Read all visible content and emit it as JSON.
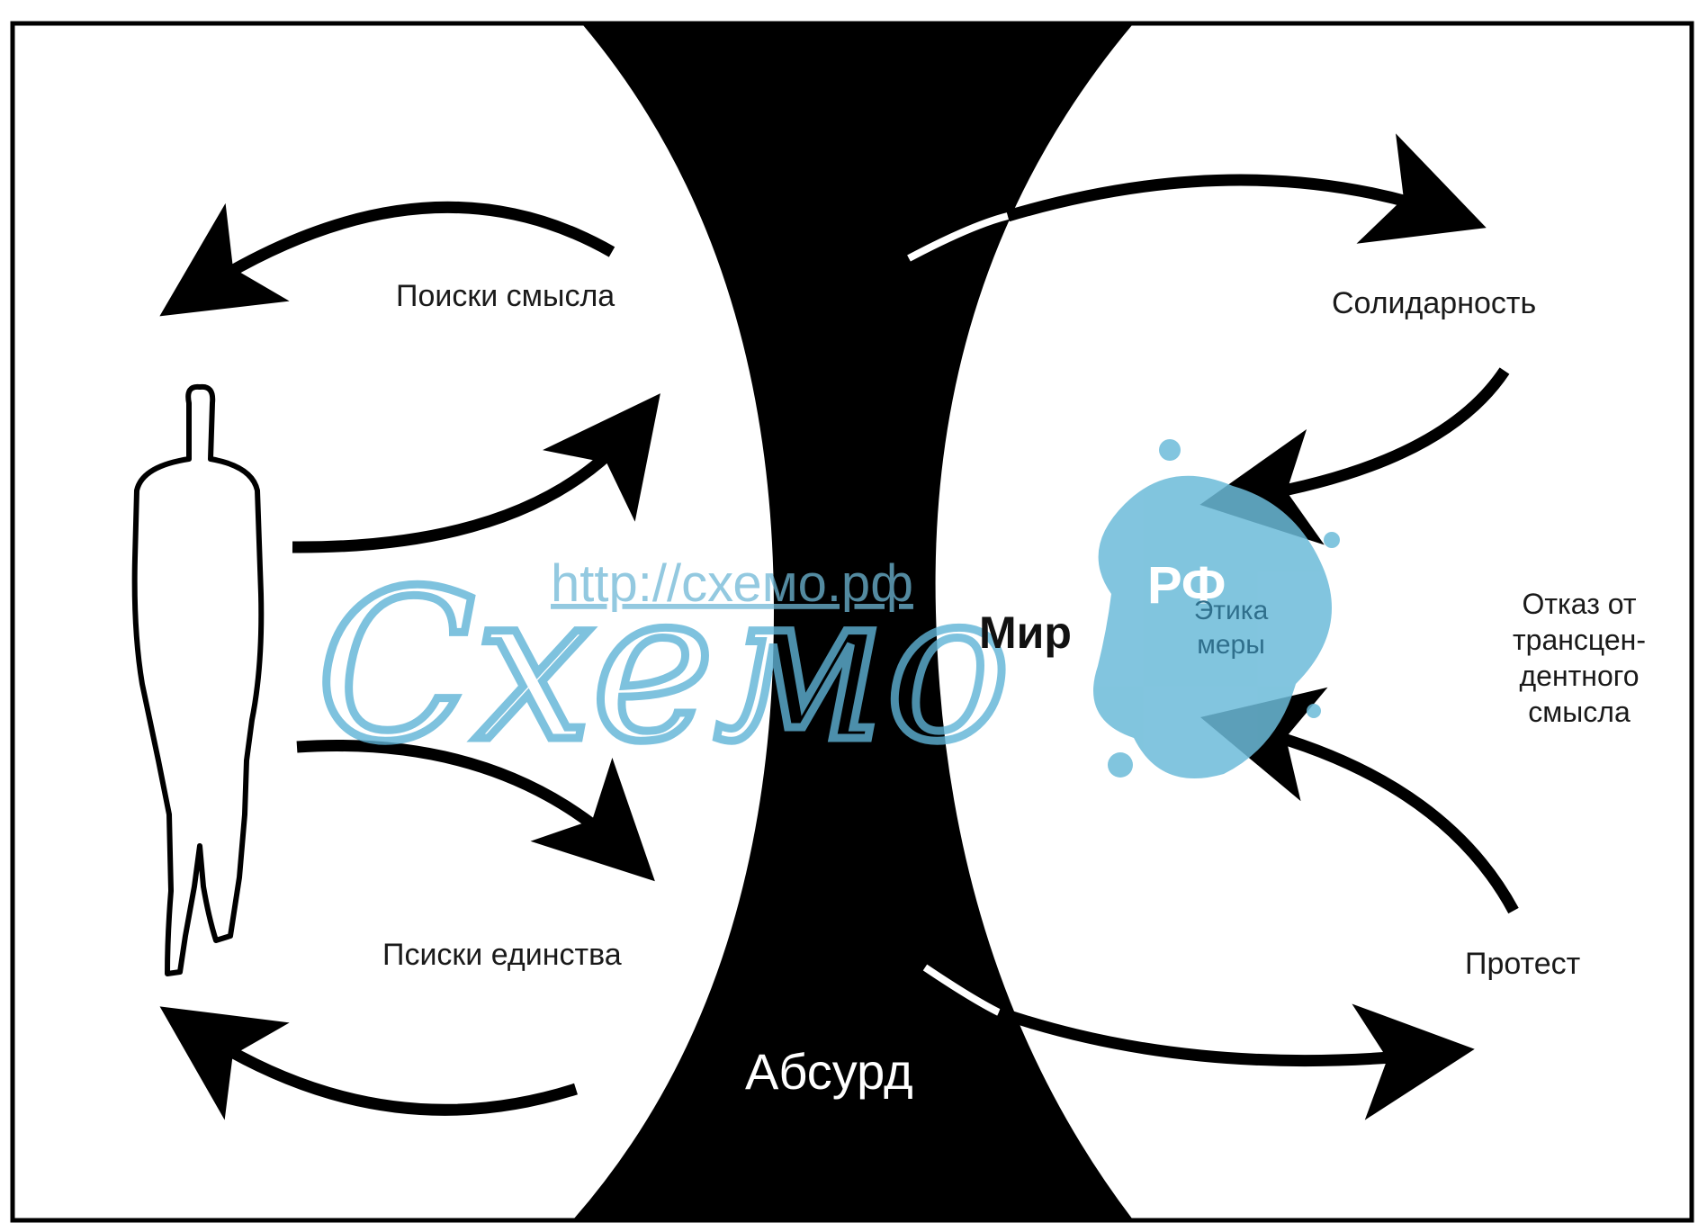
{
  "diagram": {
    "labels": {
      "search_meaning": "Поиски смысла",
      "search_unity": "Пcиски единства",
      "solidarity": "Солидарность",
      "protest": "Протест",
      "rejection_line1": "Отказ от",
      "rejection_line2": "трансцен-",
      "rejection_line3": "дентного",
      "rejection_line4": "смысла",
      "world": "Мир",
      "ethics_line1": "Этика",
      "ethics_line2": "меры",
      "absurd": "Абсурд"
    },
    "watermark": {
      "url": "http://схемо.рф",
      "script": "Схемо",
      "badge": "РФ"
    },
    "colors": {
      "ink": "#000000",
      "paper": "#ffffff",
      "watermark": "#6cbbd9"
    }
  }
}
